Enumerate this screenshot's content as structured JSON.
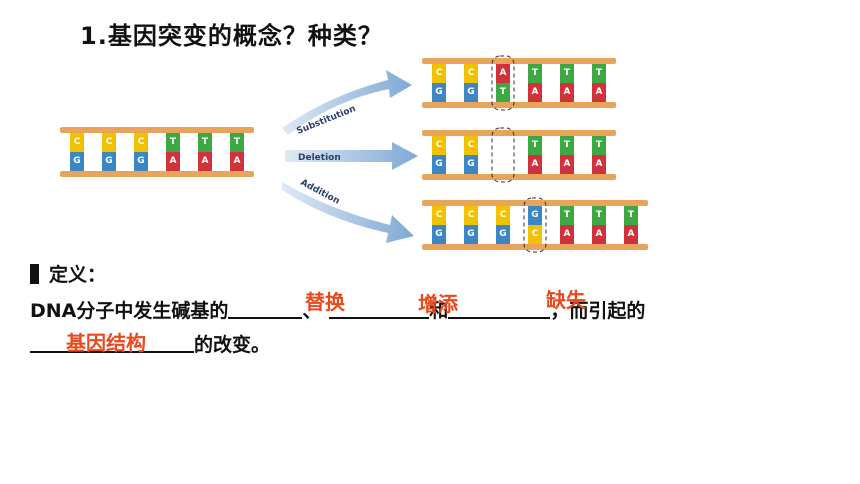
{
  "title": "1.基因突变的概念？种类？",
  "arrows": [
    "Substitution",
    "Deletion",
    "Addition"
  ],
  "original_strand": {
    "top": [
      "C",
      "C",
      "C",
      "T",
      "T",
      "T"
    ],
    "bottom": [
      "G",
      "G",
      "G",
      "A",
      "A",
      "A"
    ]
  },
  "strands": {
    "substitution": {
      "top": [
        "C",
        "C",
        "A",
        "T",
        "T",
        "T"
      ],
      "bottom": [
        "G",
        "G",
        "T",
        "A",
        "A",
        "A"
      ]
    },
    "deletion": {
      "top": [
        "C",
        "C",
        "",
        "T",
        "T",
        "T"
      ],
      "bottom": [
        "G",
        "G",
        "",
        "A",
        "A",
        "A"
      ]
    },
    "addition": {
      "top": [
        "C",
        "C",
        "C",
        "G",
        "T",
        "T",
        "T"
      ],
      "bottom": [
        "G",
        "G",
        "G",
        "C",
        "A",
        "A",
        "A"
      ]
    }
  },
  "base_colors": {
    "C": "#f2c200",
    "G": "#3d86c6",
    "T": "#3ea843",
    "A": "#d1313a"
  },
  "definition": {
    "heading": "定义：",
    "line1_prefix": "DNA分子中发生碱基的",
    "sep1": "、",
    "and": "和",
    "line1_suffix": "，而引起的",
    "line2_suffix": "的改变。",
    "answers": [
      "替换",
      "增添",
      "缺失",
      "基因结构"
    ]
  }
}
